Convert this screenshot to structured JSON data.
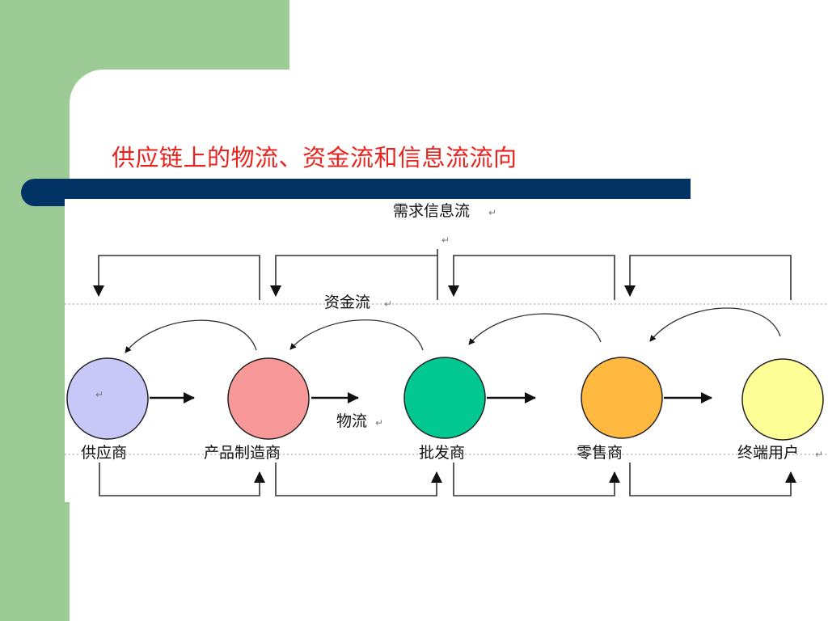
{
  "title": "供应链上的物流、资金流和信息流流向",
  "labels": {
    "info_flow": "需求信息流",
    "money_flow": "资金流",
    "material_flow": "物流",
    "return_mark": "↵"
  },
  "nodes": [
    {
      "id": "supplier",
      "label": "供应商",
      "color": "#c8c8f8"
    },
    {
      "id": "manufacturer",
      "label": "产品制造商",
      "color": "#f89898"
    },
    {
      "id": "wholesaler",
      "label": "批发商",
      "color": "#00c890"
    },
    {
      "id": "retailer",
      "label": "零售商",
      "color": "#ffb840"
    },
    {
      "id": "end_user",
      "label": "终端用户",
      "color": "#ffff98"
    }
  ],
  "colors": {
    "background_green": "#9dcb95",
    "title_red": "#e8221c",
    "bar_navy": "#023365",
    "line": "#333333"
  }
}
